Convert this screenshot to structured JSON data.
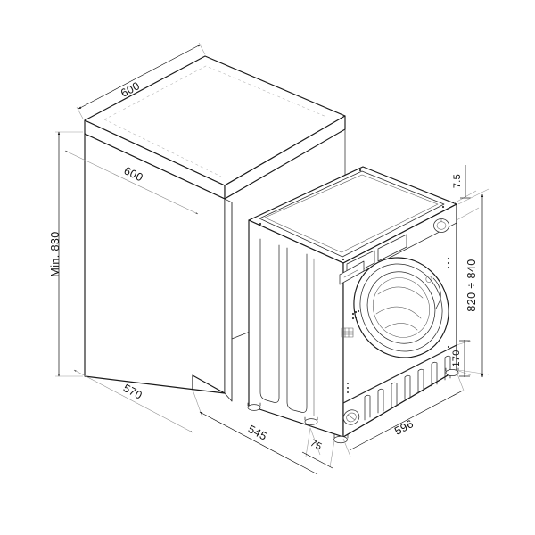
{
  "drawing": {
    "title": "Built-in washing machine installation dimensions",
    "units": "mm",
    "background_color": "#ffffff",
    "line_color": "#1a1a1a",
    "hidden_line_color": "#b6b6b6",
    "dimension_color": "#111111"
  },
  "dimensions": {
    "cabinet_depth_top": "600",
    "cabinet_width_front": "600",
    "cabinet_height_min": "Min. 830",
    "cabinet_depth_bottom": "570",
    "niche_width": "545",
    "plinth_offset": "75",
    "worktop_thickness": "7.5",
    "appliance_height_range": "820 ÷ 840",
    "appliance_plinth_height": "170",
    "appliance_width": "596"
  },
  "labels": {
    "d_600_top": "600",
    "d_600_front": "600",
    "d_min_830": "Min. 830",
    "d_570": "570",
    "d_545": "545",
    "d_75": "75",
    "d_7_5": "7.5",
    "d_820_840": "820 ÷ 840",
    "d_170": "170",
    "d_596": "596"
  },
  "objects": {
    "cabinet": {
      "name": "kitchen-cabinet-niche",
      "parts": [
        "worktop-slab",
        "side-panel",
        "front-door-panel",
        "open-niche"
      ]
    },
    "appliance": {
      "name": "washing-machine",
      "parts": [
        "top-lid",
        "control-panel",
        "control-dial",
        "detergent-drawer",
        "porthole-door",
        "door-glass",
        "plinth-vents",
        "drain-filter-cap",
        "adjustable-foot-front",
        "adjustable-foot-rear"
      ]
    }
  }
}
